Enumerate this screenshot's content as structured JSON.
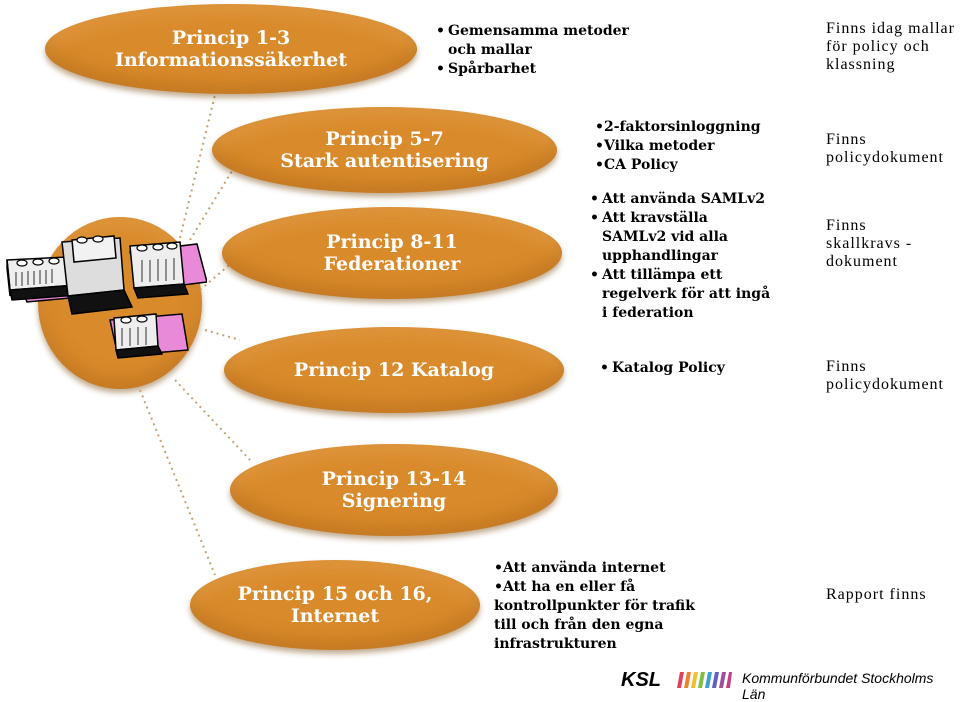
{
  "principles": [
    {
      "line1": "Princip 1-3",
      "line2": "Informationssäkerhet"
    },
    {
      "line1": "Princip 5-7",
      "line2": "Stark autentisering"
    },
    {
      "line1": "Princip 8-11",
      "line2": "Federationer"
    },
    {
      "line1": "Princip 12 Katalog",
      "line2": ""
    },
    {
      "line1": "Princip 13-14",
      "line2": "Signering"
    },
    {
      "line1": "Princip  15 och 16,",
      "line2": "Internet"
    }
  ],
  "bullets": {
    "p1": [
      "Gemensamma metoder och mallar",
      "Spårbarhet"
    ],
    "p2": [
      "•2-faktorsinloggning",
      "•Vilka metoder",
      "•CA Policy"
    ],
    "p3": [
      "Att använda SAMLv2",
      "Att kravställa SAMLv2 vid alla upphandlingar",
      "Att tillämpa ett regelverk  för att ingå i federation"
    ],
    "p4": [
      "Katalog Policy"
    ],
    "p6": [
      "•Att använda internet",
      "•Att ha en eller få kontrollpunkter för trafik till och från den egna infrastrukturen"
    ]
  },
  "notes": {
    "n1": "Finns idag mallar för policy  och klassning",
    "n2": "Finns policydokument",
    "n3": "Finns skallkravs - dokument",
    "n4": "Finns policydokument",
    "n5": "Rapport finns"
  },
  "footer": {
    "logo": "KSL",
    "org": "Kommunförbundet Stockholms Län"
  },
  "colors": {
    "ellipse": "#d98a2b",
    "connector": "#c8a070"
  },
  "icons": {
    "blocks": "lego-blocks-icon"
  }
}
